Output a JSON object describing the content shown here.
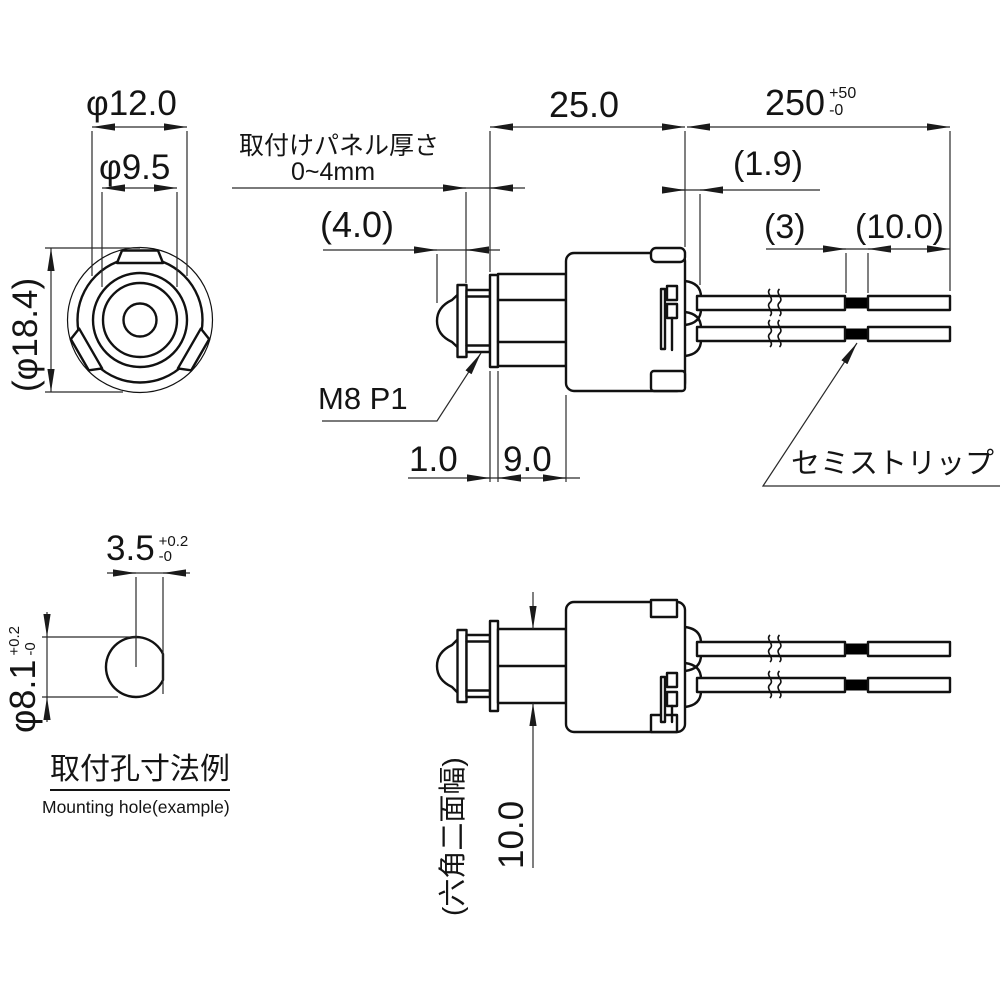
{
  "front_view": {
    "dim_flange_dia": "(φ18.4)",
    "dim_body_dia": "φ12.0",
    "dim_lens_dia": "φ9.5"
  },
  "side_view": {
    "panel_note_line1": "取付けパネル厚さ",
    "panel_note_line2": "0~4mm",
    "dim_bezel_depth": "(4.0)",
    "dim_body_length": "25.0",
    "dim_lead_length": "250",
    "lead_tol_plus": "+50",
    "lead_tol_minus": "-0",
    "dim_latch": "(1.9)",
    "dim_semistrip_length": "(3)",
    "dim_tip_length": "(10.0)",
    "thread_spec": "M8 P1",
    "dim_washer_thickness": "1.0",
    "dim_hex_length": "9.0",
    "lead_note": "セミストリップ"
  },
  "top_view": {
    "hex_width_note": "(六角二面幅)",
    "dim_hex_width": "10.0"
  },
  "mounting_hole_view": {
    "dim_flat": "3.5",
    "flat_tol_plus": "+0.2",
    "flat_tol_minus": "-0",
    "dim_hole_dia": "φ8.1",
    "hole_tol_plus": "+0.2",
    "hole_tol_minus": "-0",
    "title_ja": "取付孔寸法例",
    "title_en": "Mounting hole(example)"
  }
}
